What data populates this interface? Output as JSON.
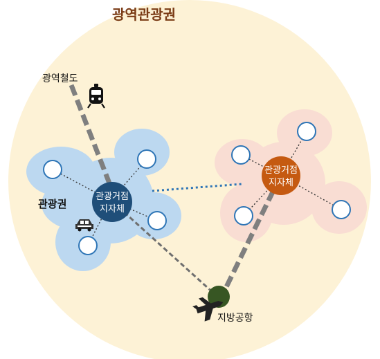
{
  "title": "광역관광권",
  "labels": {
    "railway": "광역철도",
    "tourism_zone": "관광권",
    "airport": "지방공항"
  },
  "hubs": {
    "left": {
      "line1": "관광거점",
      "line2": "지자체"
    },
    "right": {
      "line1": "관광거점",
      "line2": "지자체"
    }
  },
  "icons": {
    "train": "train-icon",
    "car": "car-icon",
    "plane": "airplane-icon"
  },
  "colors": {
    "outer_circle": "#fdf2d6",
    "left_zone": "#bcd8f0",
    "right_zone": "#f9ddd3",
    "left_hub": "#1f4e79",
    "right_hub": "#c55a11",
    "airport_node": "#375623",
    "node_border": "#2e75b6",
    "railway_line": "#7f7f7f",
    "hub_link": "#2e75b6",
    "title": "#7a3b15"
  }
}
